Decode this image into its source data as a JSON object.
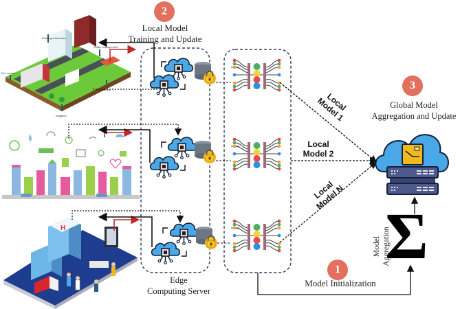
{
  "steps": [
    {
      "number": "1",
      "title": "Model Initialization"
    },
    {
      "number": "2",
      "title_line1": "Local Model",
      "title_line2": "Training and Update"
    },
    {
      "number": "3",
      "title_line1": "Global Model",
      "title_line2": "Aggregation and Update"
    }
  ],
  "edge_server": {
    "line1": "Edge",
    "line2": "Computing Server"
  },
  "local_models": [
    {
      "line1": "Local",
      "line2": "Model 1"
    },
    {
      "line1": "Local",
      "line2": "Model 2"
    },
    {
      "line1": "Local",
      "line2": "Model N"
    }
  ],
  "aggregation": {
    "line1": "Model",
    "line2": "Aggregation",
    "symbol": "Σ"
  },
  "smart_city_labels": {
    "building_automation": "Building automation",
    "traffic_management": "Traffic management",
    "fire_control": "Fire control",
    "parking": "Parking",
    "irrigation": "Irrigation"
  },
  "colors": {
    "step_badge": "#e2705f",
    "cloud_blue": "#4aa8e8",
    "server_slate": "#4e5a8c",
    "lock_gold": "#f3b81a",
    "nn_green": "#4caf63",
    "nn_yellow": "#f5d33c",
    "nn_red": "#e8474f",
    "nn_blue": "#2f8fe0",
    "nn_orange": "#f0a04b",
    "nn_bar": "#a06a78",
    "arrow_red": "#c0282a"
  }
}
